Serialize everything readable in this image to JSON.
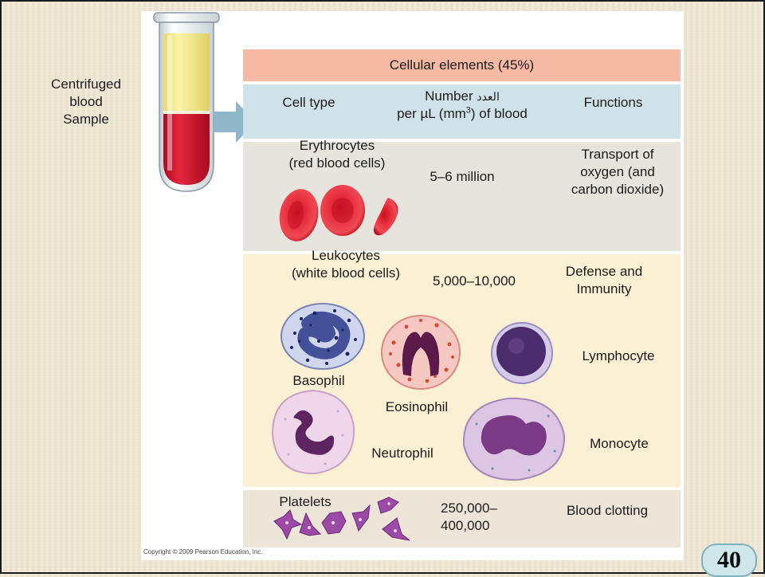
{
  "sample_label": "Centrifuged\nblood\nSample",
  "header": {
    "title": "Cellular elements (45%)"
  },
  "columns": {
    "cell_type": "Cell type",
    "number_line1": "Number",
    "number_arabic": "العدد",
    "number_line2_a": "per µL (mm",
    "number_sup": "3",
    "number_line2_b": ") of blood",
    "functions": "Functions"
  },
  "rows": {
    "erythrocytes": {
      "name": "Erythrocytes\n(red blood cells)",
      "number": "5–6 million",
      "function": "Transport of\noxygen (and\ncarbon dioxide)"
    },
    "leukocytes": {
      "name": "Leukocytes\n(white blood cells)",
      "number": "5,000–10,000",
      "function": "Defense and\nImmunity",
      "cells": {
        "basophil": "Basophil",
        "eosinophil": "Eosinophil",
        "neutrophil": "Neutrophil",
        "lymphocyte": "Lymphocyte",
        "monocyte": "Monocyte"
      }
    },
    "platelets": {
      "name": "Platelets",
      "number": "250,000–\n400,000",
      "function": "Blood clotting"
    }
  },
  "copyright": "Copyright © 2009 Pearson Education, Inc.",
  "page_number": "40",
  "colors": {
    "header_band": "#f6b9a4",
    "column_band": "#cfe2ea",
    "erythrocyte_band": "#e6e4dc",
    "leukocyte_band": "#fbefd4",
    "platelet_band": "#ede5d7",
    "plasma": "#f3e98a",
    "blood": "#d0102b",
    "arrow": "#8fb7c9"
  }
}
